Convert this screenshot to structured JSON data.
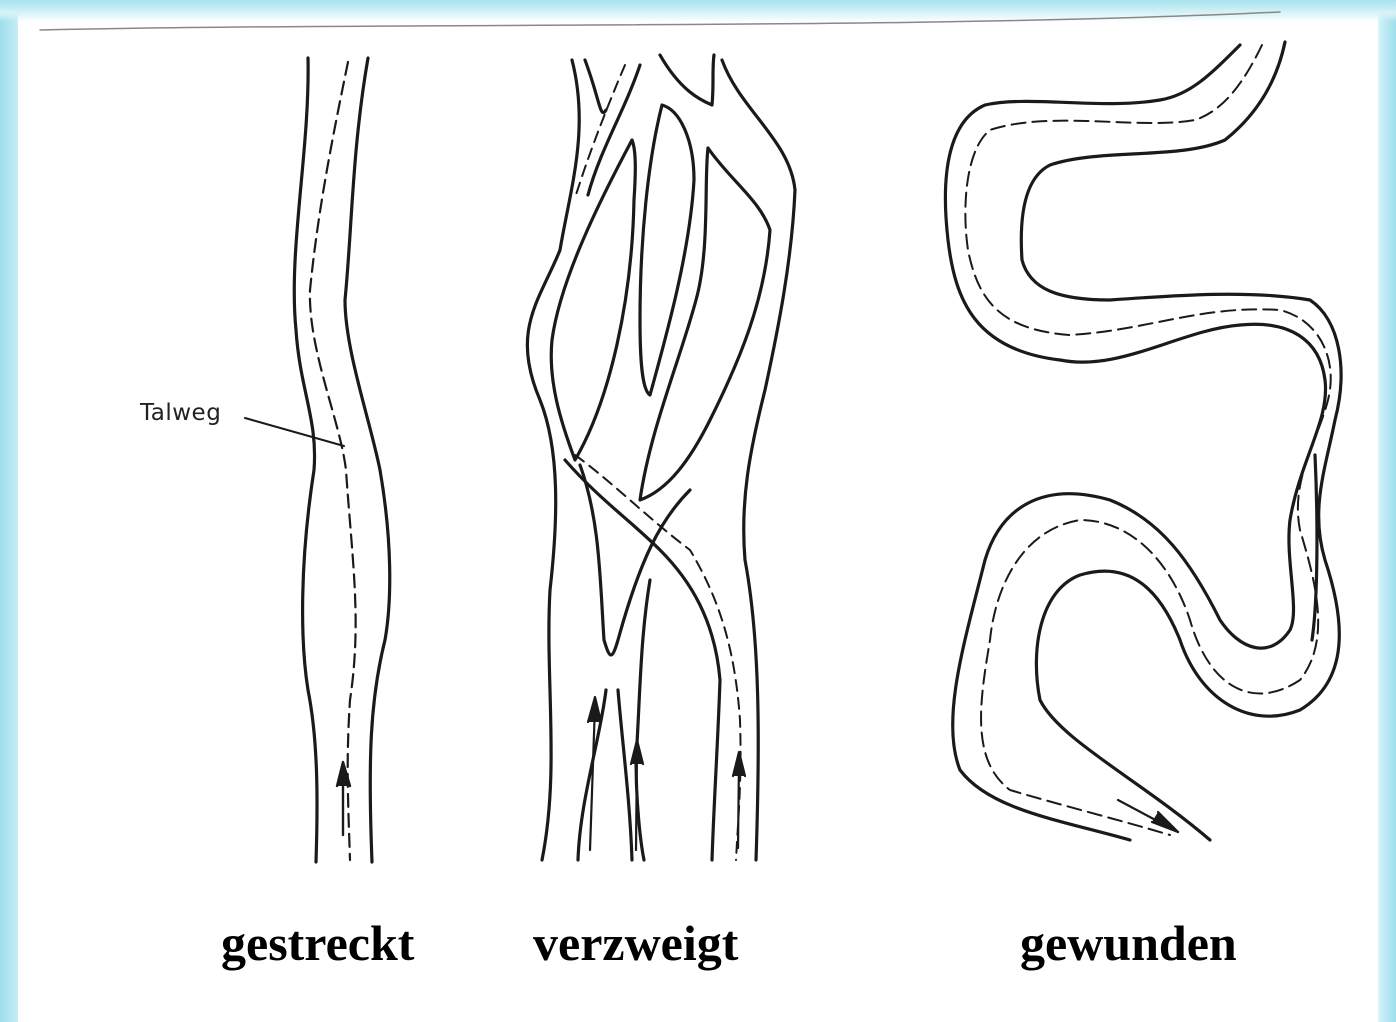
{
  "annotations": {
    "talweg": "Talweg"
  },
  "captions": [
    {
      "label": "gestreckt"
    },
    {
      "label": "verzweigt"
    },
    {
      "label": "gewunden"
    }
  ],
  "colors": {
    "frame": "#a6e2ee",
    "paper": "#ffffff",
    "ink": "#1a1a1a"
  }
}
